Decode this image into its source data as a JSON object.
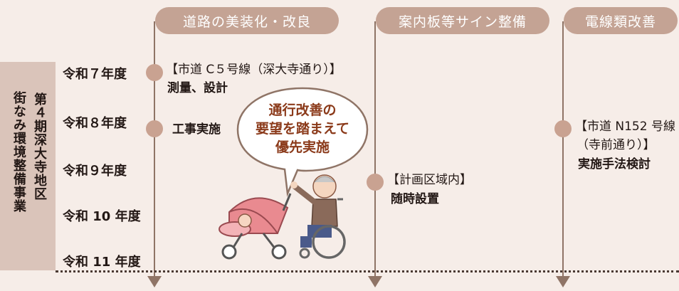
{
  "columns": [
    {
      "label": "道路の美装化・改良"
    },
    {
      "label": "案内板等サイン整備"
    },
    {
      "label": "電線類改善"
    }
  ],
  "project": {
    "title_line1": "第４期深大寺地区",
    "title_line2": "街なみ環境整備事業"
  },
  "years": [
    "令和７年度",
    "令和８年度",
    "令和９年度",
    "令和 10 年度",
    "令和 11 年度"
  ],
  "road": {
    "r7_line1": "【市道 C５号線（深大寺通り）】",
    "r7_line2": "測量、設計",
    "r8_line1": "工事実施"
  },
  "sign": {
    "line1": "【計画区域内】",
    "line2": "随時設置"
  },
  "wire": {
    "line1": "【市道 N152 号線",
    "line2": "（寺前通り）】",
    "line3": "実施手法検討"
  },
  "speech": {
    "line1": "通行改善の",
    "line2": "要望を踏まえて",
    "line3": "優先実施"
  },
  "colors": {
    "background": "#f6ede8",
    "header": "#c4a394",
    "dot": "#c9a291",
    "line": "#8f7466",
    "bubble_text": "#8b3a1a"
  }
}
